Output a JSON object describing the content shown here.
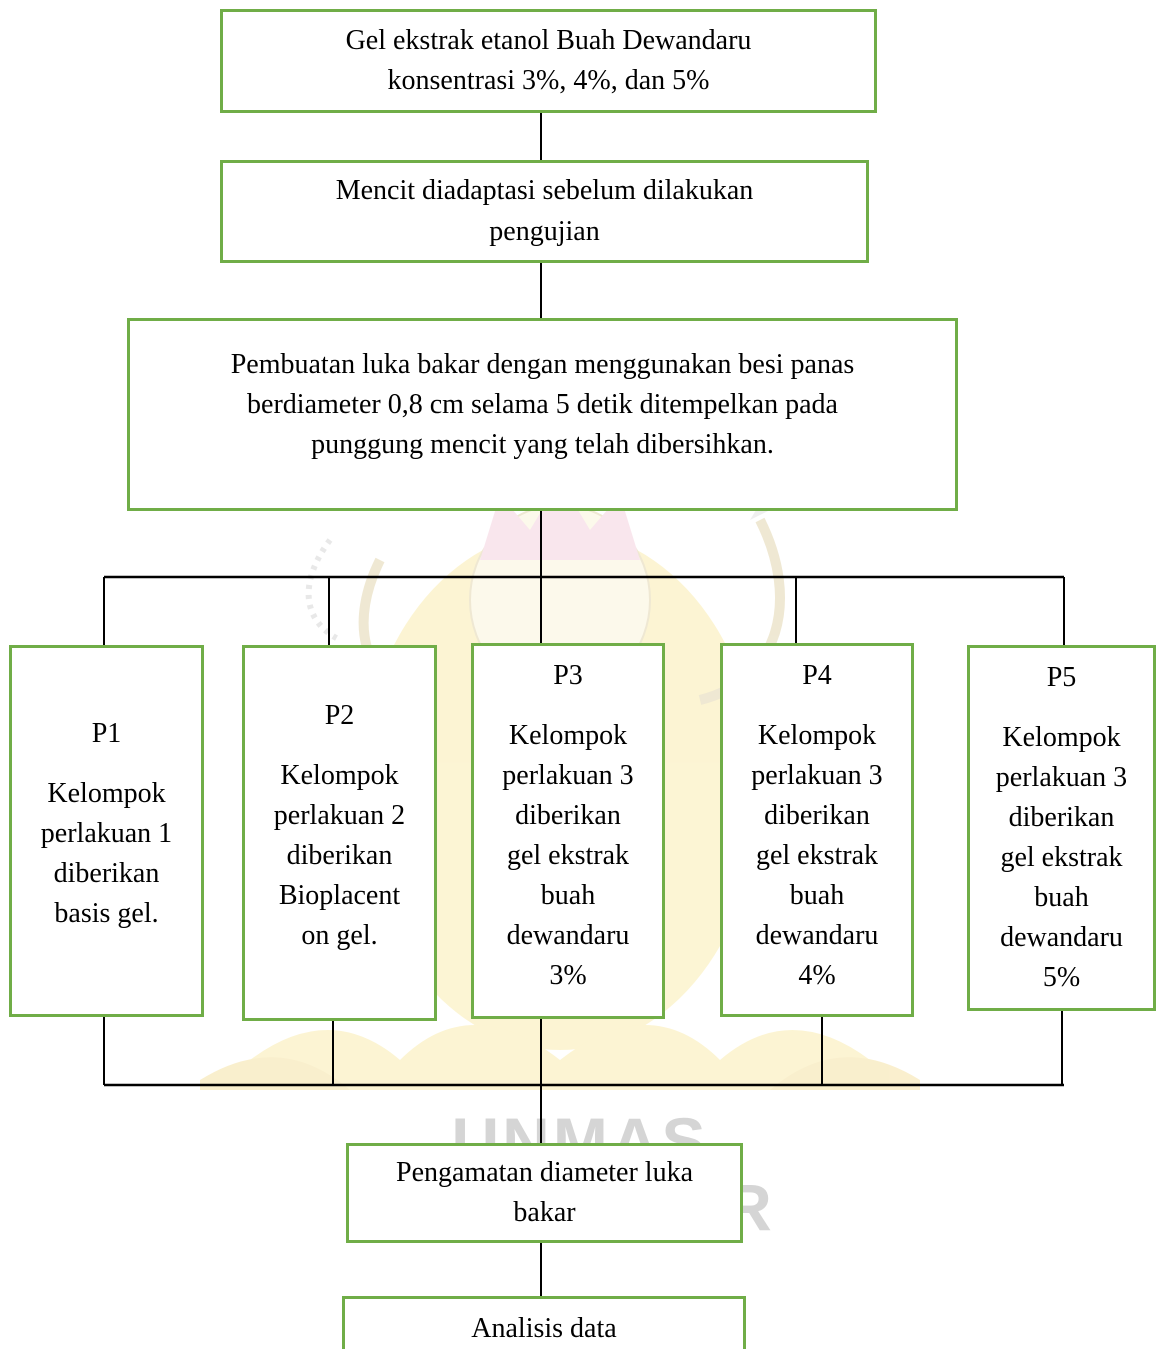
{
  "watermark": {
    "text": "UNMAS DENPASAR"
  },
  "flow": {
    "step1": "Gel ekstrak etanol Buah Dewandaru\nkonsentrasi 3%, 4%, dan 5%",
    "step2": "Mencit diadaptasi sebelum dilakukan\npengujian",
    "step3": "Pembuatan luka bakar dengan menggunakan besi  panas\nberdiameter 0,8 cm selama 5 detik ditempelkan pada\npunggung mencit yang telah dibersihkan.",
    "groups": [
      {
        "label": "P1",
        "desc": "Kelompok\nperlakuan 1\ndiberikan\nbasis gel."
      },
      {
        "label": "P2",
        "desc": "Kelompok\nperlakuan 2\ndiberikan\nBioplacent\non gel."
      },
      {
        "label": "P3",
        "desc": "Kelompok\nperlakuan 3\ndiberikan\ngel ekstrak\nbuah\ndewandaru\n3%"
      },
      {
        "label": "P4",
        "desc": "Kelompok\nperlakuan 3\ndiberikan\ngel ekstrak\nbuah\ndewandaru\n4%"
      },
      {
        "label": "P5",
        "desc": "Kelompok\nperlakuan 3\ndiberikan\ngel ekstrak\nbuah\ndewandaru\n5%"
      }
    ],
    "step4": "Pengamatan diameter luka\nbakar",
    "step5": "Analisis data"
  },
  "colors": {
    "box_border": "#70ad47",
    "connector": "#000000",
    "watermark_text": "#b4b4b4",
    "watermark_yellow": "#f2d23a",
    "watermark_pink": "#e58fb0"
  }
}
